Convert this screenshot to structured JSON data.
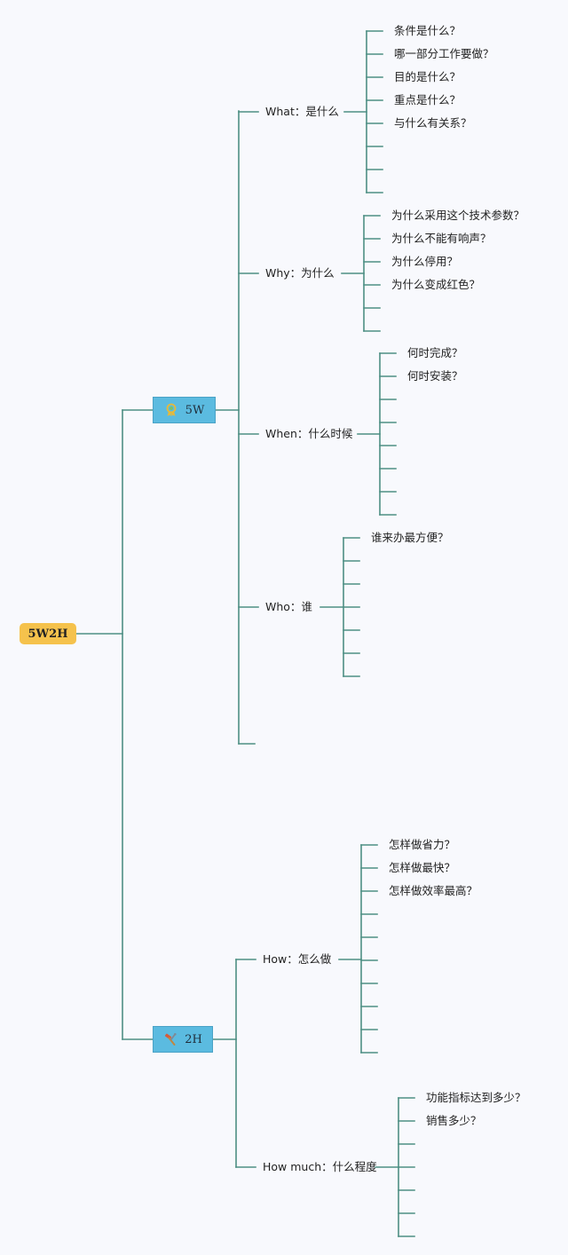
{
  "root": {
    "label": "5W2H"
  },
  "branches": [
    {
      "label": "5W",
      "icon": "ribbon-medal-icon",
      "items": [
        {
          "label": "What：是什么",
          "leaves": [
            "条件是什么？",
            "哪一部分工作要做？",
            "目的是什么？",
            "重点是什么？",
            "与什么有关系？",
            "",
            "",
            ""
          ]
        },
        {
          "label": "Why：为什么",
          "leaves": [
            "为什么采用这个技术参数？",
            "为什么不能有响声？",
            "为什么停用？",
            "为什么变成红色？",
            "",
            ""
          ]
        },
        {
          "label": "When：什么时候",
          "leaves": [
            "何时完成？",
            "何时安装？",
            "",
            "",
            "",
            "",
            "",
            ""
          ]
        },
        {
          "label": "Who：谁",
          "leaves": [
            "谁来办最方便？",
            "",
            "",
            "",
            "",
            "",
            ""
          ]
        }
      ]
    },
    {
      "label": "2H",
      "icon": "hammer-tools-icon",
      "items": [
        {
          "label": "How：怎么做",
          "leaves": [
            "怎样做省力？",
            "怎样做最快？",
            "怎样做效率最高？",
            "",
            "",
            "",
            "",
            "",
            "",
            ""
          ]
        },
        {
          "label": "How much：什么程度",
          "leaves": [
            "功能指标达到多少？",
            "销售多少？",
            "",
            "",
            "",
            "",
            ""
          ]
        }
      ]
    }
  ],
  "colors": {
    "line": "#4e8f84",
    "root": "#f5c24c",
    "branch": "#5bbbe0"
  }
}
